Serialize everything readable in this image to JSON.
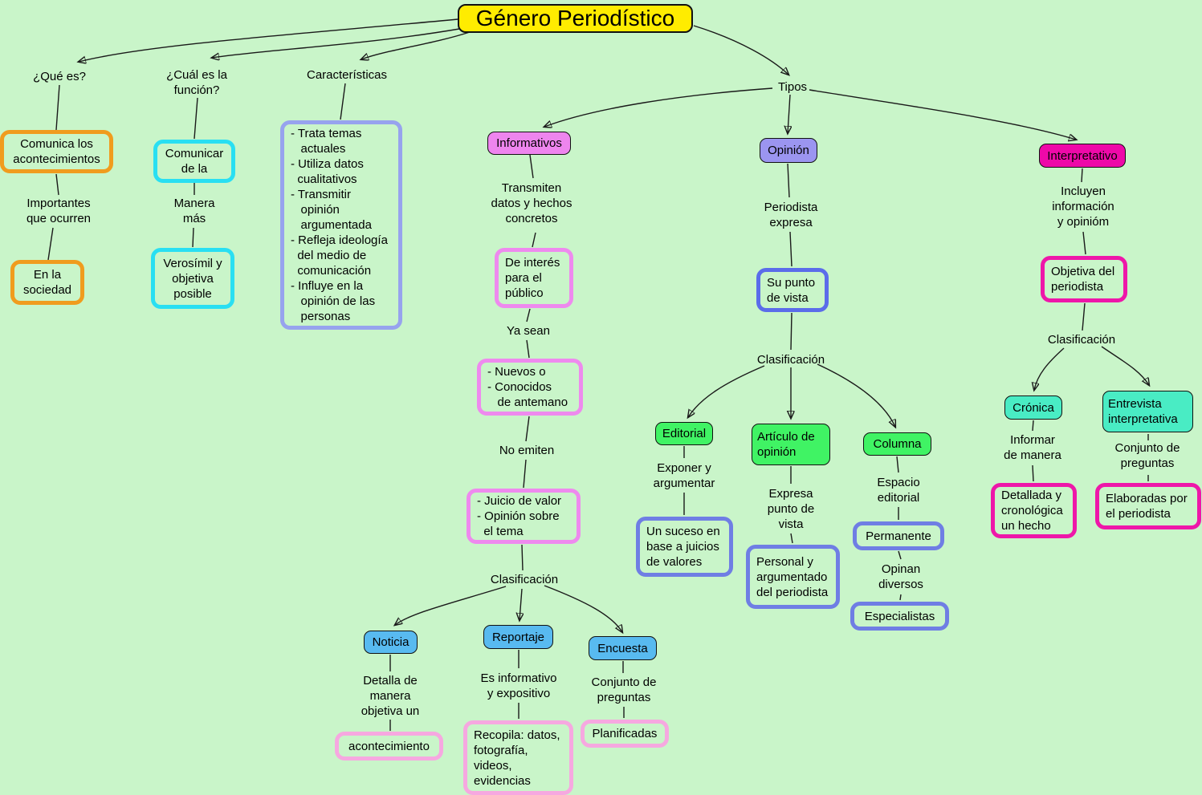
{
  "diagram_title": "Género Periodístico",
  "palette": {
    "background": "#c9f5c9",
    "title_fill": "#ffec00",
    "orange_border": "#f09c1e",
    "cyan_border": "#29dff2",
    "periwinkle_border": "#97a3ee",
    "violet_fill": "#ee85ee",
    "violet_border": "#ee8aee",
    "light_pink_border": "#f6a8e0",
    "blue_fill": "#58baf0",
    "blue_border": "#5b6cea",
    "bluepurple_border": "#6f7ee4",
    "lavender_fill": "#9b95f0",
    "green_fill": "#40f364",
    "magenta_fill": "#ee09a8",
    "magenta_border": "#ee17a9",
    "turquoise_fill": "#49ecc4",
    "line": "#1a1a1a"
  },
  "nodes": {
    "title": "Género Periodístico",
    "que_es": "¿Qué es?",
    "cual_funcion": "¿Cuál es la\nfunción?",
    "caracteristicas_label": "Características",
    "tipos": "Tipos",
    "comunica": "Comunica los\nacontecimientos",
    "importantes": "Importantes\nque ocurren",
    "en_sociedad": "En la\nsociedad",
    "comunicar": "Comunicar\nde la",
    "manera_mas": "Manera\nmás",
    "verosimil": "Verosímil y\nobjetiva\nposible",
    "caracteristicas_list": "- Trata temas\n   actuales\n- Utiliza datos\n  cualitativos\n- Transmitir\n   opinión\n   argumentada\n- Refleja ideología\n  del medio de\n  comunicación\n- Influye en la\n   opinión de las\n   personas",
    "informativos": "Informativos",
    "transmiten": "Transmiten\ndatos y hechos\nconcretos",
    "de_interes": "De interés\npara el\npúblico",
    "ya_sean": "Ya sean",
    "nuevos": "- Nuevos o\n- Conocidos\n   de antemano",
    "no_emiten": "No emiten",
    "juicio": "- Juicio de valor\n- Opinión sobre\n  el tema",
    "clasificacion_inf": "Clasificación",
    "noticia": "Noticia",
    "detalla": "Detalla de\nmanera\nobjetiva un",
    "acontecimiento": "acontecimiento",
    "reportaje": "Reportaje",
    "es_informativo": "Es informativo\ny expositivo",
    "recopila": "Recopila: datos,\nfotografía,\nvideos,\nevidencias",
    "encuesta": "Encuesta",
    "conjunto_enc": "Conjunto de\npreguntas",
    "planificadas": "Planificadas",
    "opinion": "Opinión",
    "periodista": "Periodista\nexpresa",
    "su_punto": "Su punto\nde vista",
    "clasificacion_op": "Clasificación",
    "editorial": "Editorial",
    "exponer": "Exponer y\nargumentar",
    "un_suceso": "Un suceso en\nbase a juicios\nde valores",
    "articulo": "Artículo de\nopinión",
    "expresa_punto": "Expresa\npunto de\nvista",
    "personal": "Personal y\nargumentado\ndel periodista",
    "columna": "Columna",
    "espacio": "Espacio\neditorial",
    "permanente": "Permanente",
    "opinan": "Opinan\ndiversos",
    "especialistas": "Especialistas",
    "interpretativo": "Interpretativo",
    "incluyen": "Incluyen\ninformación\ny opinióm",
    "objetiva": "Objetiva del\nperiodista",
    "clasificacion_int": "Clasificación",
    "cronica": "Crónica",
    "informar": "Informar\nde manera",
    "detallada": "Detallada y\ncronológica\nun hecho",
    "entrevista": "Entrevista\ninterpretativa",
    "conjunto_ent": "Conjunto de\npreguntas",
    "elaboradas": "Elaboradas por\nel periodista"
  },
  "edges": [
    "title>que_es",
    "title>cual_funcion",
    "title>caracteristicas_label",
    "title>tipos",
    "que_es>comunica",
    "comunica>importantes",
    "importantes>en_sociedad",
    "cual_funcion>comunicar",
    "comunicar>manera_mas",
    "manera_mas>verosimil",
    "caracteristicas_label>caracteristicas_list",
    "tipos>informativos",
    "tipos>opinion",
    "tipos>interpretativo",
    "informativos>transmiten",
    "transmiten>de_interes",
    "de_interes>ya_sean",
    "ya_sean>nuevos",
    "nuevos>no_emiten",
    "no_emiten>juicio",
    "juicio>clasificacion_inf",
    "clasificacion_inf>noticia",
    "clasificacion_inf>reportaje",
    "clasificacion_inf>encuesta",
    "noticia>detalla",
    "detalla>acontecimiento",
    "reportaje>es_informativo",
    "es_informativo>recopila",
    "encuesta>conjunto_enc",
    "conjunto_enc>planificadas",
    "opinion>periodista",
    "periodista>su_punto",
    "su_punto>clasificacion_op",
    "clasificacion_op>editorial",
    "clasificacion_op>articulo",
    "clasificacion_op>columna",
    "editorial>exponer",
    "exponer>un_suceso",
    "articulo>expresa_punto",
    "expresa_punto>personal",
    "columna>espacio",
    "espacio>permanente",
    "permanente>opinan",
    "opinan>especialistas",
    "interpretativo>incluyen",
    "incluyen>objetiva",
    "objetiva>clasificacion_int",
    "clasificacion_int>cronica",
    "clasificacion_int>entrevista",
    "cronica>informar",
    "informar>detallada",
    "entrevista>conjunto_ent",
    "conjunto_ent>elaboradas"
  ]
}
